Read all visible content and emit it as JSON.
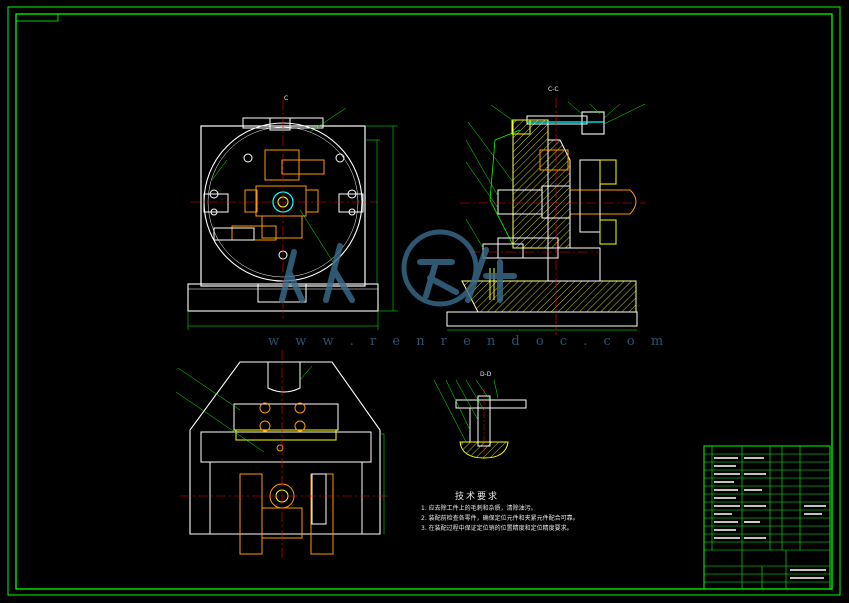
{
  "watermark": {
    "text": "w w w . r e n r e n d o c . c o m",
    "brand_lettering": "人人文库",
    "color": "#3a6f8f"
  },
  "section_labels": {
    "top_view_cut": "C",
    "side_view_cut": "C-C",
    "detail_cut": "D-D"
  },
  "tech_requirements": {
    "title": "技术要求",
    "items": [
      "1.  应去除工件上的毛刺和杂质，清除油污。",
      "2.  装配前检查各零件，确保定位元件和夹紧元件配合可靠。",
      "3.  在装配过程中保证定位销的位置精度和定位精度要求。"
    ]
  },
  "colors": {
    "frame": "#00ff00",
    "outline": "#ffffff",
    "body": "#e8e8e8",
    "hatch": "#ffff00",
    "center": "#ff0000",
    "leader": "#00ff00",
    "bolt": "#00ffff",
    "part": "#ff9900"
  }
}
